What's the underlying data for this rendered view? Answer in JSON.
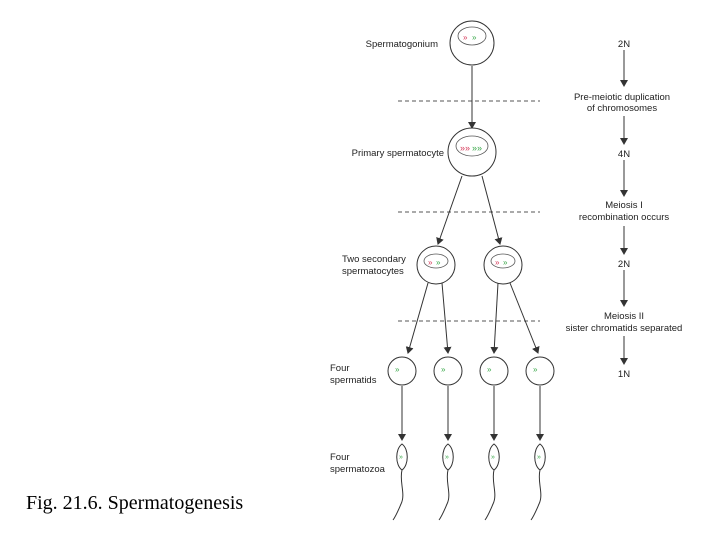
{
  "caption": "Fig. 21.6. Spermatogenesis",
  "stages": {
    "spermatogonium": "Spermatogonium",
    "primary": "Primary spermatocyte",
    "secondary": [
      "Two secondary",
      "spermatocytes"
    ],
    "spermatids": [
      "Four",
      "spermatids"
    ],
    "spermatozoa": [
      "Four",
      "spermatozoa"
    ]
  },
  "ploidy": {
    "s1": "2N",
    "s2": "4N",
    "s3": "2N",
    "s4": "1N"
  },
  "events": {
    "duplication": [
      "Pre-meiotic duplication",
      "of chromosomes"
    ],
    "meiosis1": [
      "Meiosis I",
      "recombination occurs"
    ],
    "meiosis2": [
      "Meiosis II",
      "sister chromatids separated"
    ]
  },
  "colors": {
    "chromosome_red": "#d63a5a",
    "chromosome_green": "#3aa84a",
    "line": "#333333",
    "divider": "#555555"
  }
}
